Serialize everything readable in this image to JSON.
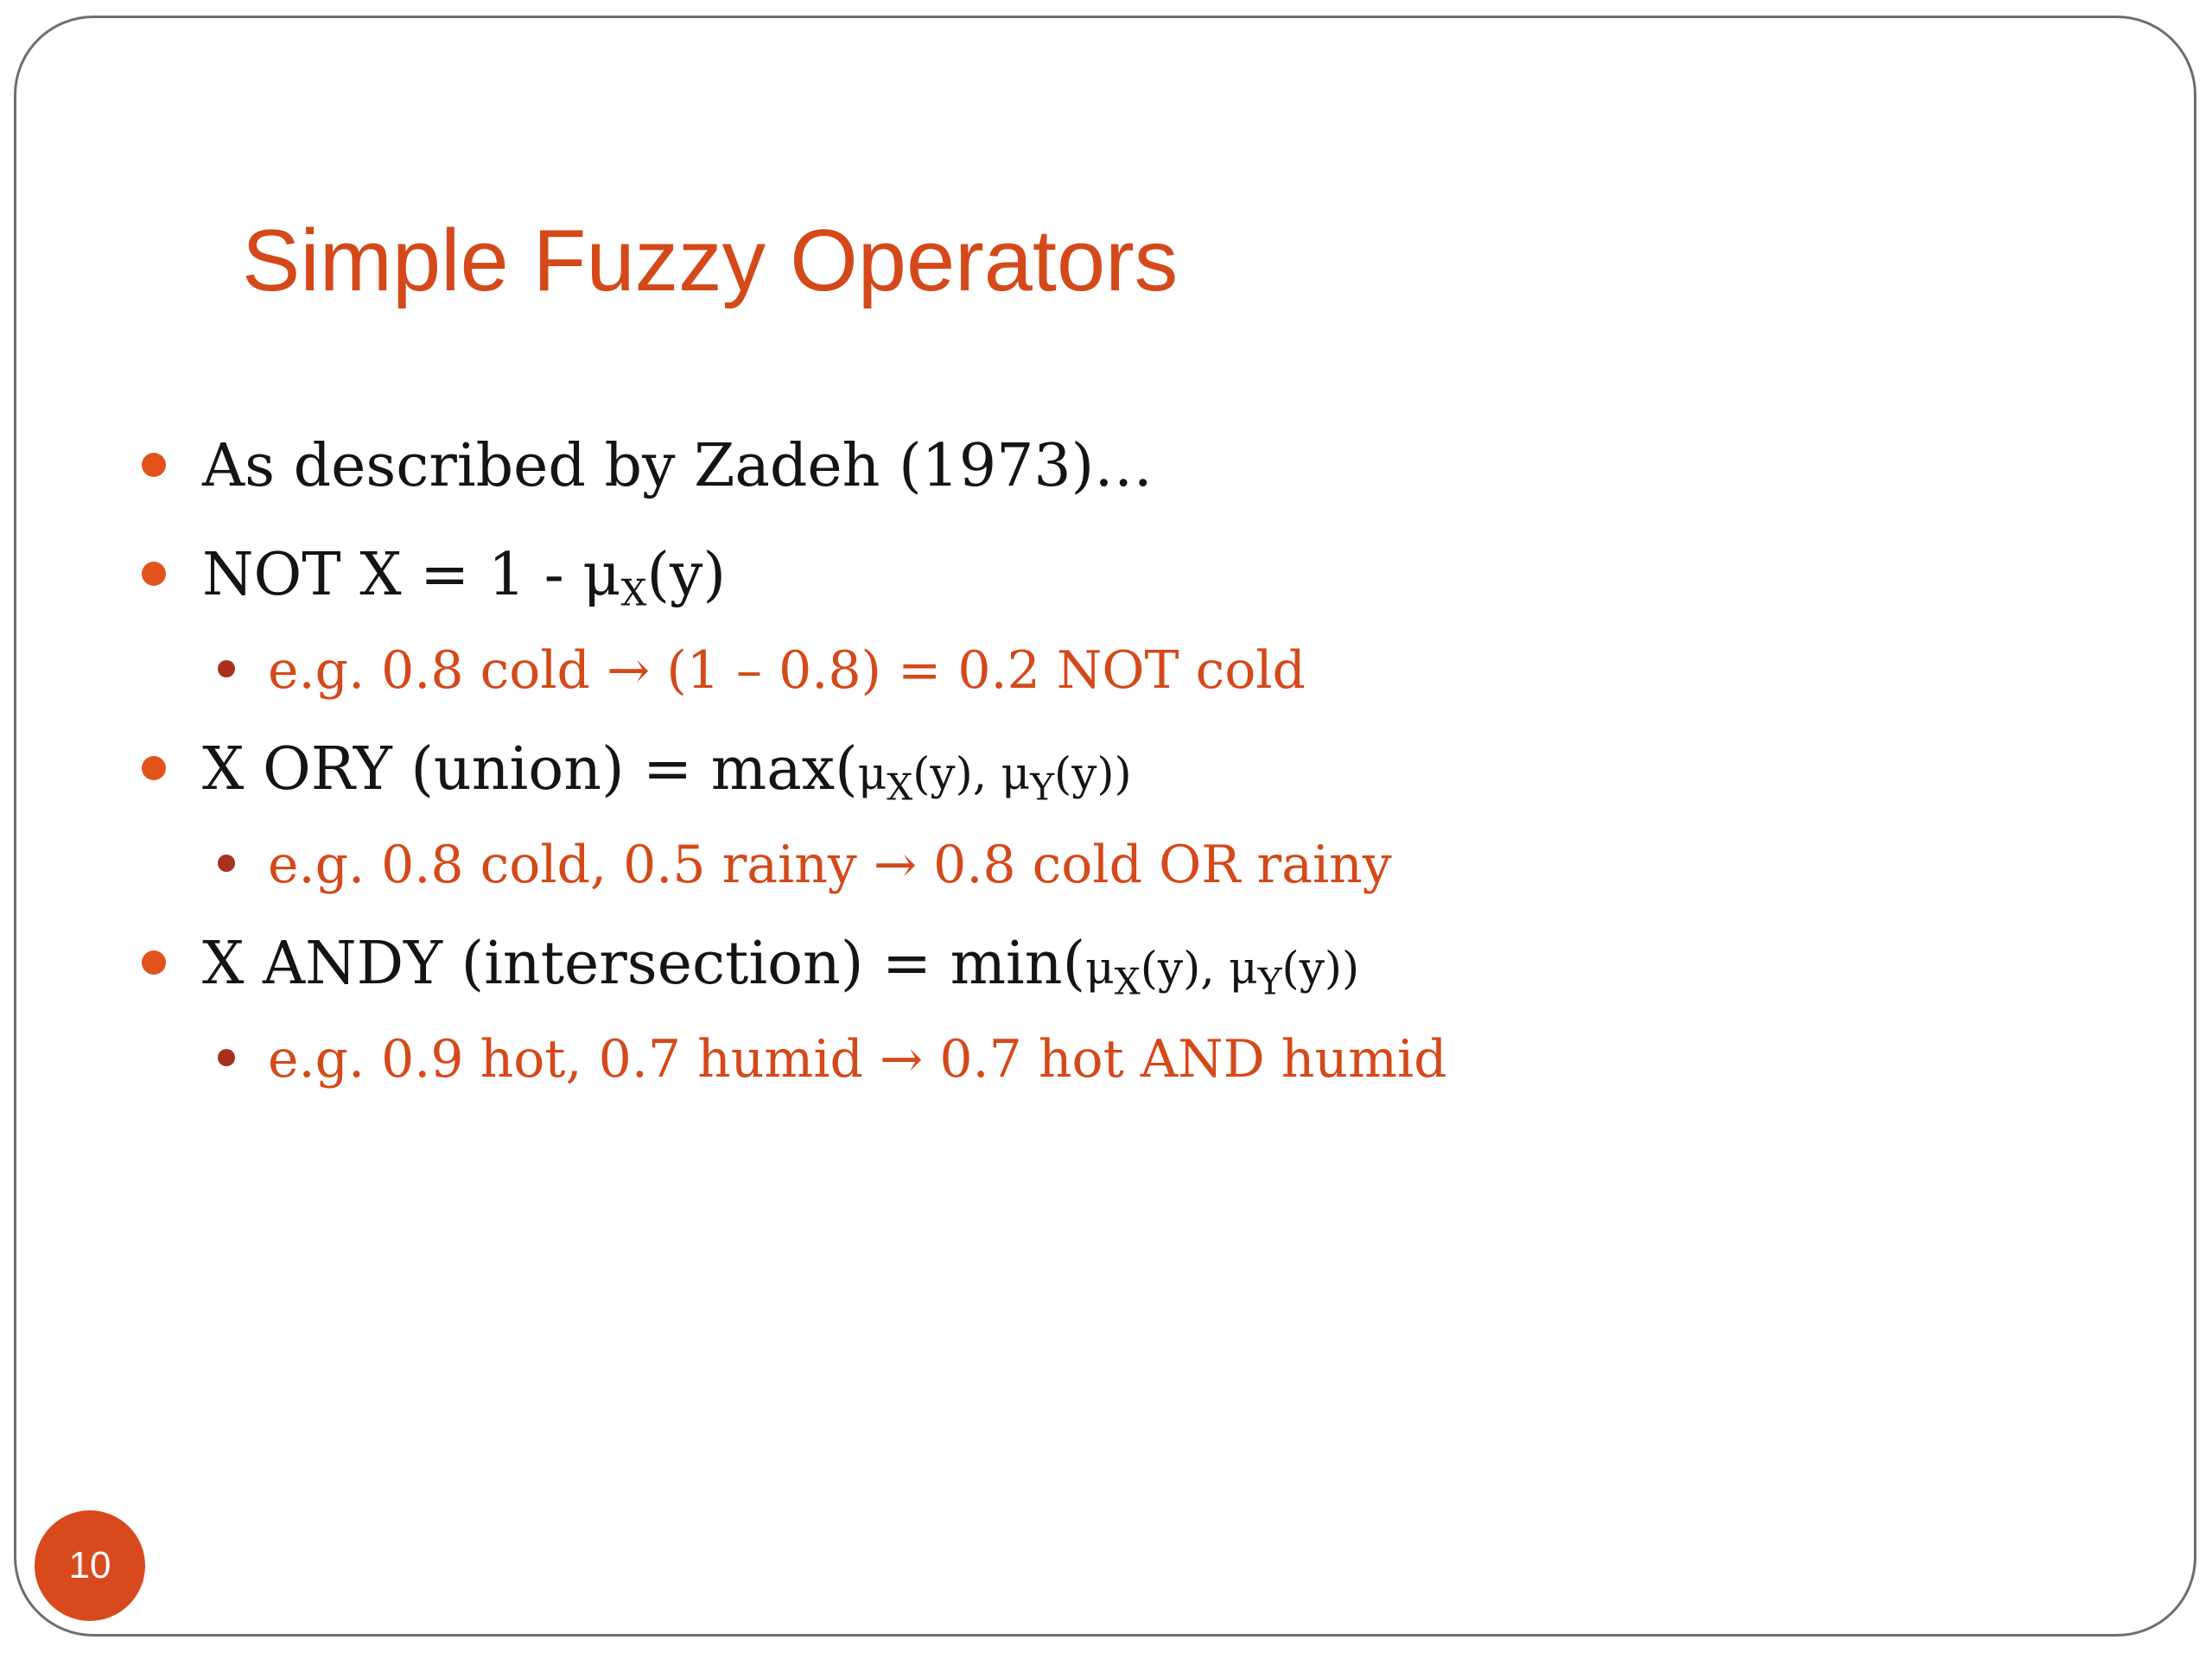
{
  "slide": {
    "title": "Simple Fuzzy Operators",
    "page_number": "10"
  },
  "bullets": [
    {
      "text": "As described by Zadeh (1973)…"
    },
    {
      "lead": "NOT X = 1 - μ",
      "sub": "X",
      "tail": "(y)",
      "example": "e.g. 0.8 cold → (1 – 0.8) = 0.2 NOT cold"
    },
    {
      "lead": "X ORY (union) = max(",
      "mu1": "μ",
      "sub1": "X",
      "mid": "(y), μ",
      "sub2": "Y",
      "tail": "(y))",
      "example": "e.g. 0.8 cold, 0.5 rainy → 0.8 cold OR rainy"
    },
    {
      "lead": "X ANDY (intersection) = min(",
      "mu1": "μ",
      "sub1": "X",
      "mid": "(y), μ",
      "sub2": "Y",
      "tail": "(y))",
      "example": "e.g. 0.9 hot, 0.7 humid → 0.7 hot AND humid"
    }
  ],
  "colors": {
    "accent": "#d4491a",
    "bullet_level1": "#e2531c",
    "bullet_level2": "#a8301e",
    "text": "#141414",
    "border": "#6e6e6e"
  }
}
